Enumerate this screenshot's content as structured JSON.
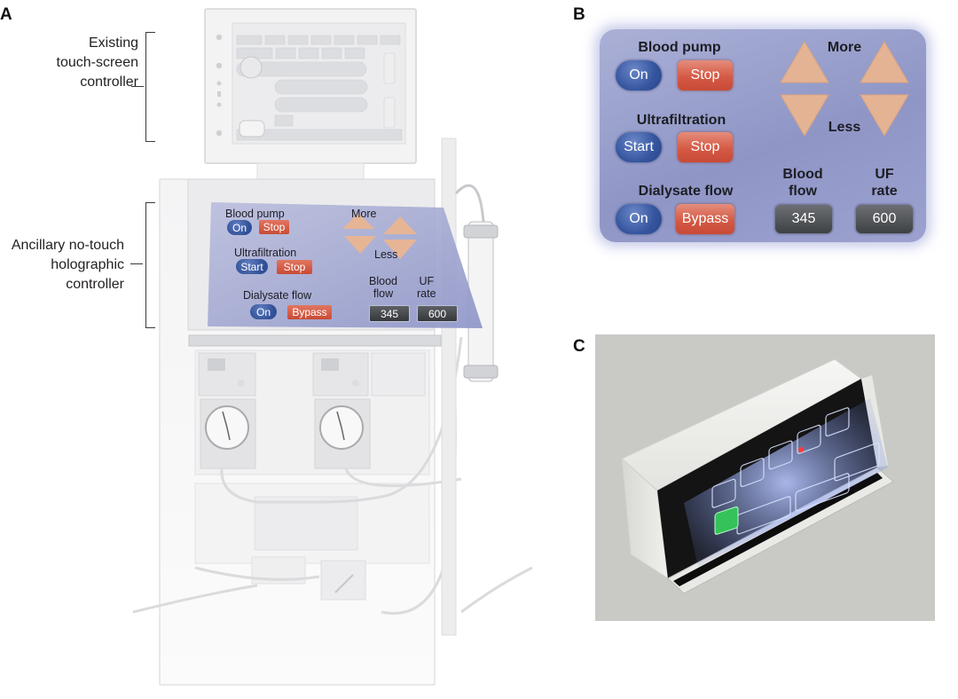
{
  "panels": {
    "a": "A",
    "b": "B",
    "c": "C"
  },
  "callouts": {
    "existing": [
      "Existing",
      "touch-screen",
      "controller"
    ],
    "ancillary": [
      "Ancillary no-touch",
      "holographic",
      "controller"
    ]
  },
  "controller": {
    "blood_pump_label": "Blood pump",
    "blood_pump_on": "On",
    "blood_pump_stop": "Stop",
    "ultrafiltration_label": "Ultrafiltration",
    "ultrafiltration_start": "Start",
    "ultrafiltration_stop": "Stop",
    "dialysate_label": "Dialysate flow",
    "dialysate_on": "On",
    "dialysate_bypass": "Bypass",
    "more_label": "More",
    "less_label": "Less",
    "blood_flow_label": [
      "Blood",
      "flow"
    ],
    "uf_rate_label": [
      "UF",
      "rate"
    ],
    "blood_flow_value": "345",
    "uf_rate_value": "600"
  },
  "colors": {
    "panel_bg": "#9ca1cf",
    "on_button": "#34559e",
    "stop_button": "#d45a45",
    "arrow": "#e4b393",
    "display": "#3e4144"
  },
  "icons": [
    "more-up-arrow-icon",
    "less-down-arrow-icon"
  ]
}
